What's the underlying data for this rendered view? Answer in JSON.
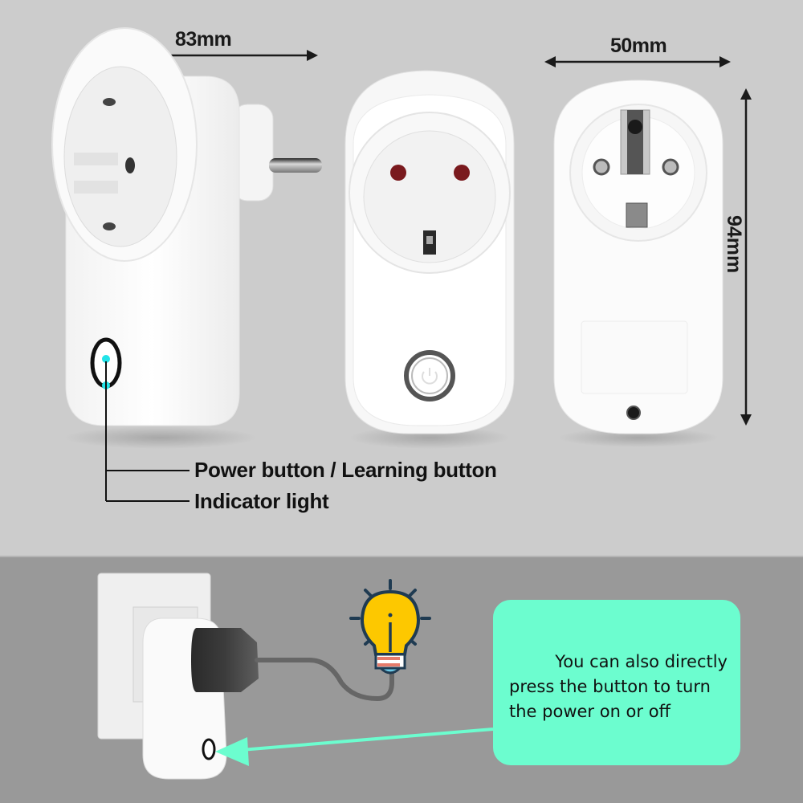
{
  "dimensions": {
    "width_side": "83mm",
    "width_back": "50mm",
    "height": "94mm"
  },
  "callouts": {
    "power_button": "Power button / Learning button",
    "indicator_light": "Indicator light"
  },
  "note": {
    "line1": "You can also directly",
    "line2": "press the button to turn",
    "line3": "the power on or off"
  },
  "colors": {
    "top_background": "#cccccc",
    "bottom_background": "#999999",
    "note_background": "#6cfdcf",
    "indicator_dot": "#22e3e8",
    "bulb_yellow": "#fdc800",
    "bulb_outline": "#1f3b52",
    "bulb_base_stripe": "#e57b6b",
    "arrow": "#6cfdcf"
  },
  "icons": [
    "plug-side-view",
    "plug-front-view",
    "plug-back-view",
    "light-bulb-icon",
    "wall-socket",
    "power-button-icon"
  ]
}
